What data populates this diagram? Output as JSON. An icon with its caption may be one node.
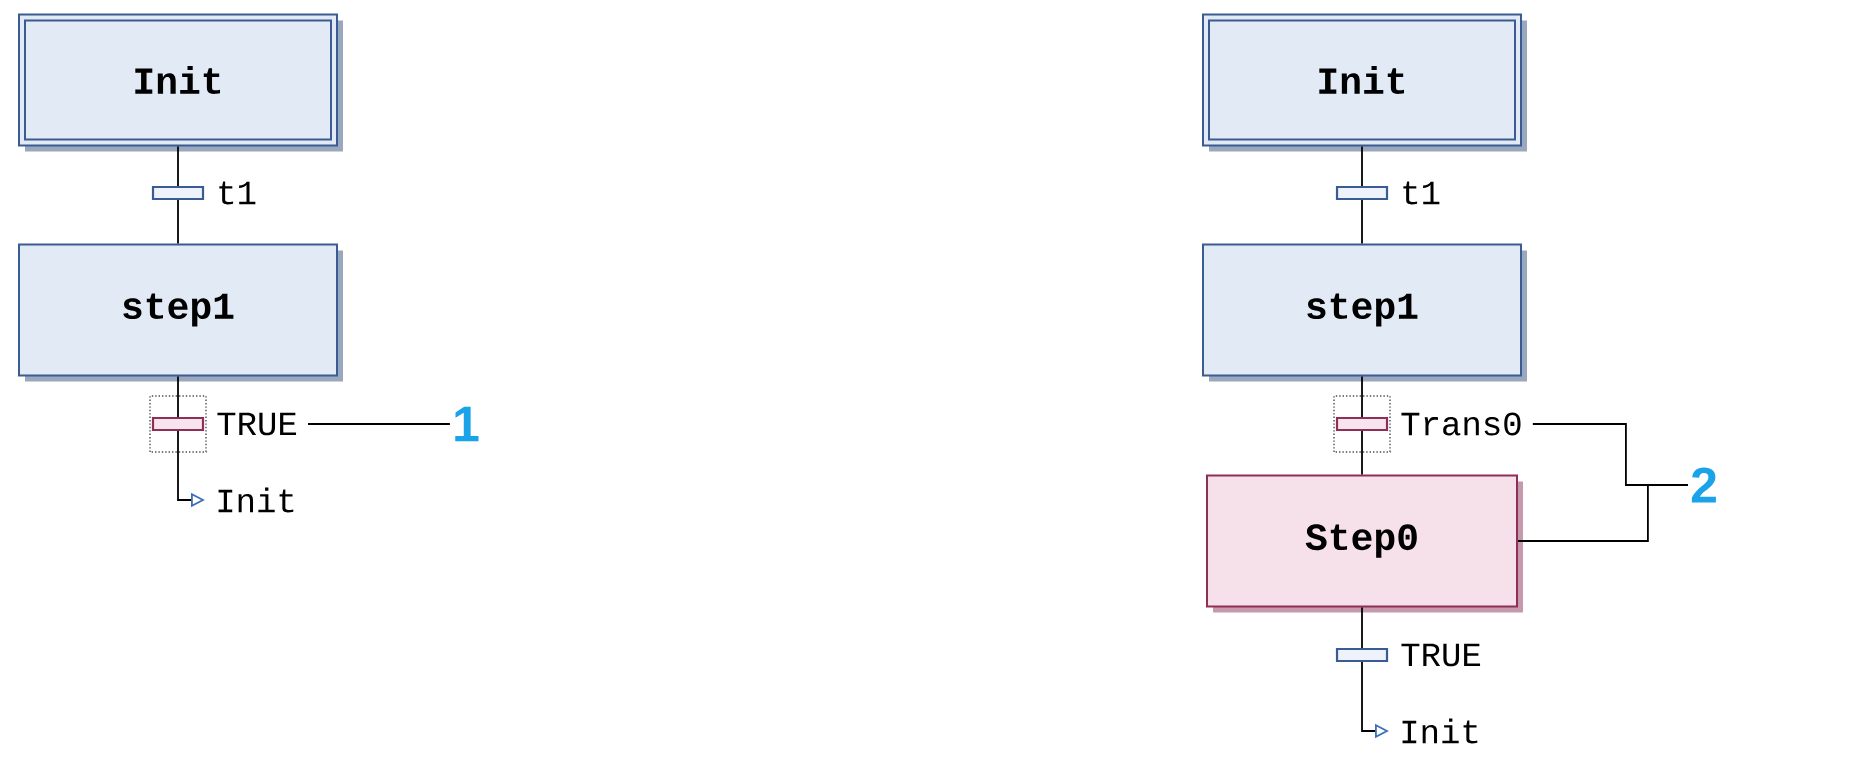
{
  "diagram": {
    "nodes": [
      {
        "text": [
          "Init"
        ]
      },
      {
        "text": [],
        "shape": "bar",
        "beside": [
          "t1"
        ]
      },
      {
        "text": [
          "step1"
        ]
      },
      {
        "text": [],
        "shape": "bar",
        "beside": [
          "TRUE"
        ]
      },
      {
        "text": [
          "Init"
        ]
      },
      {
        "text": [
          "1"
        ]
      },
      {
        "text": [
          "Init"
        ]
      },
      {
        "text": [],
        "shape": "bar",
        "beside": [
          "t1"
        ]
      },
      {
        "text": [
          "step1"
        ]
      },
      {
        "text": [],
        "shape": "bar",
        "beside": [
          "Trans0"
        ]
      },
      {
        "text": [
          "Step0"
        ]
      },
      {
        "text": [],
        "shape": "bar",
        "beside": [
          "TRUE"
        ]
      },
      {
        "text": [
          "Init"
        ]
      },
      {
        "text": [
          "2"
        ]
      }
    ],
    "edges": [
      {
        "from": 0,
        "to": 1,
        "arrow": "none"
      },
      {
        "from": 1,
        "to": 2,
        "arrow": "none"
      },
      {
        "from": 2,
        "to": 3,
        "arrow": "none"
      },
      {
        "from": 3,
        "to": 4,
        "arrow": "to"
      },
      {
        "from": 5,
        "to": 3,
        "arrow": "none"
      },
      {
        "from": 6,
        "to": 7,
        "arrow": "none"
      },
      {
        "from": 7,
        "to": 8,
        "arrow": "none"
      },
      {
        "from": 8,
        "to": 9,
        "arrow": "none"
      },
      {
        "from": 9,
        "to": 10,
        "arrow": "none"
      },
      {
        "from": 10,
        "to": 11,
        "arrow": "none"
      },
      {
        "from": 11,
        "to": 12,
        "arrow": "to"
      },
      {
        "from": 13,
        "to": 9,
        "arrow": "none"
      },
      {
        "from": 13,
        "to": 10,
        "arrow": "none"
      }
    ]
  }
}
